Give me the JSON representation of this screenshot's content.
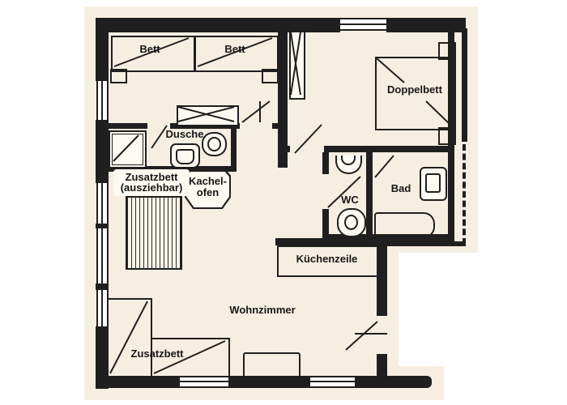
{
  "colors": {
    "paper": "#f6efe1",
    "line": "#1f1f1f",
    "background": "#ffffff",
    "fixture_fill": "#fdfaf2"
  },
  "labels": {
    "bett1": "Bett",
    "bett2": "Bett",
    "doppelbett": "Doppelbett",
    "dusche": "Dusche",
    "zusatzbett_pullout_l1": "Zusatzbett",
    "zusatzbett_pullout_l2": "(ausziehbar)",
    "kachelofen_l1": "Kachel-",
    "kachelofen_l2": "ofen",
    "wc": "WC",
    "bad": "Bad",
    "kuechenzeile": "Küchenzeile",
    "wohnzimmer": "Wohnzimmer",
    "zusatzbett_corner": "Zusatzbett"
  }
}
